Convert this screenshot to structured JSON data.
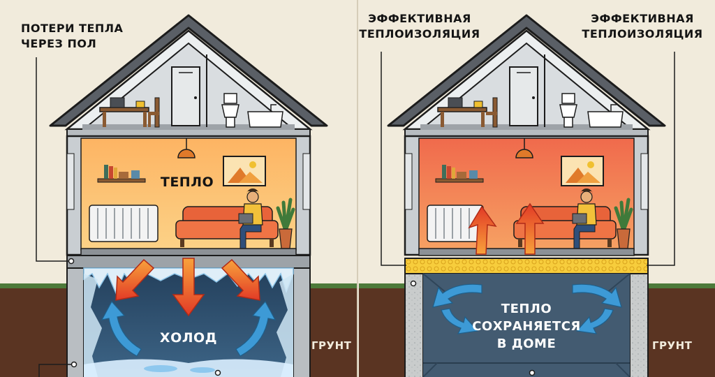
{
  "left_panel": {
    "caption": "ПОТЕРИ ТЕПЛА\nЧЕРЕЗ ПОЛ",
    "room_label": "ТЕПЛО",
    "basement_label": "ХОЛОД",
    "ground_label": "ГРУНТ"
  },
  "right_panel": {
    "caption_left": "ЭФФЕКТИВНАЯ\nТЕПЛОИЗОЛЯЦИЯ",
    "caption_right": "ЭФФЕКТИВНАЯ\nТЕПЛОИЗОЛЯЦИЯ",
    "basement_label": "ТЕПЛО\nСОХРАНЯЕТСЯ\nВ ДОМЕ",
    "ground_label": "ГРУНТ"
  },
  "colors": {
    "background": "#f1ebdc",
    "warm_room_left": "#fbb661",
    "warm_room_right": "#f27a55",
    "cold_basement": "#2f4f6e",
    "insulated_basement": "#425a70",
    "insulation": "#f6c83a",
    "soil": "#5a3422",
    "grass": "#4d7a3a",
    "heat_arrow": "#e5532a",
    "cold_arrow": "#3d9ad6"
  }
}
